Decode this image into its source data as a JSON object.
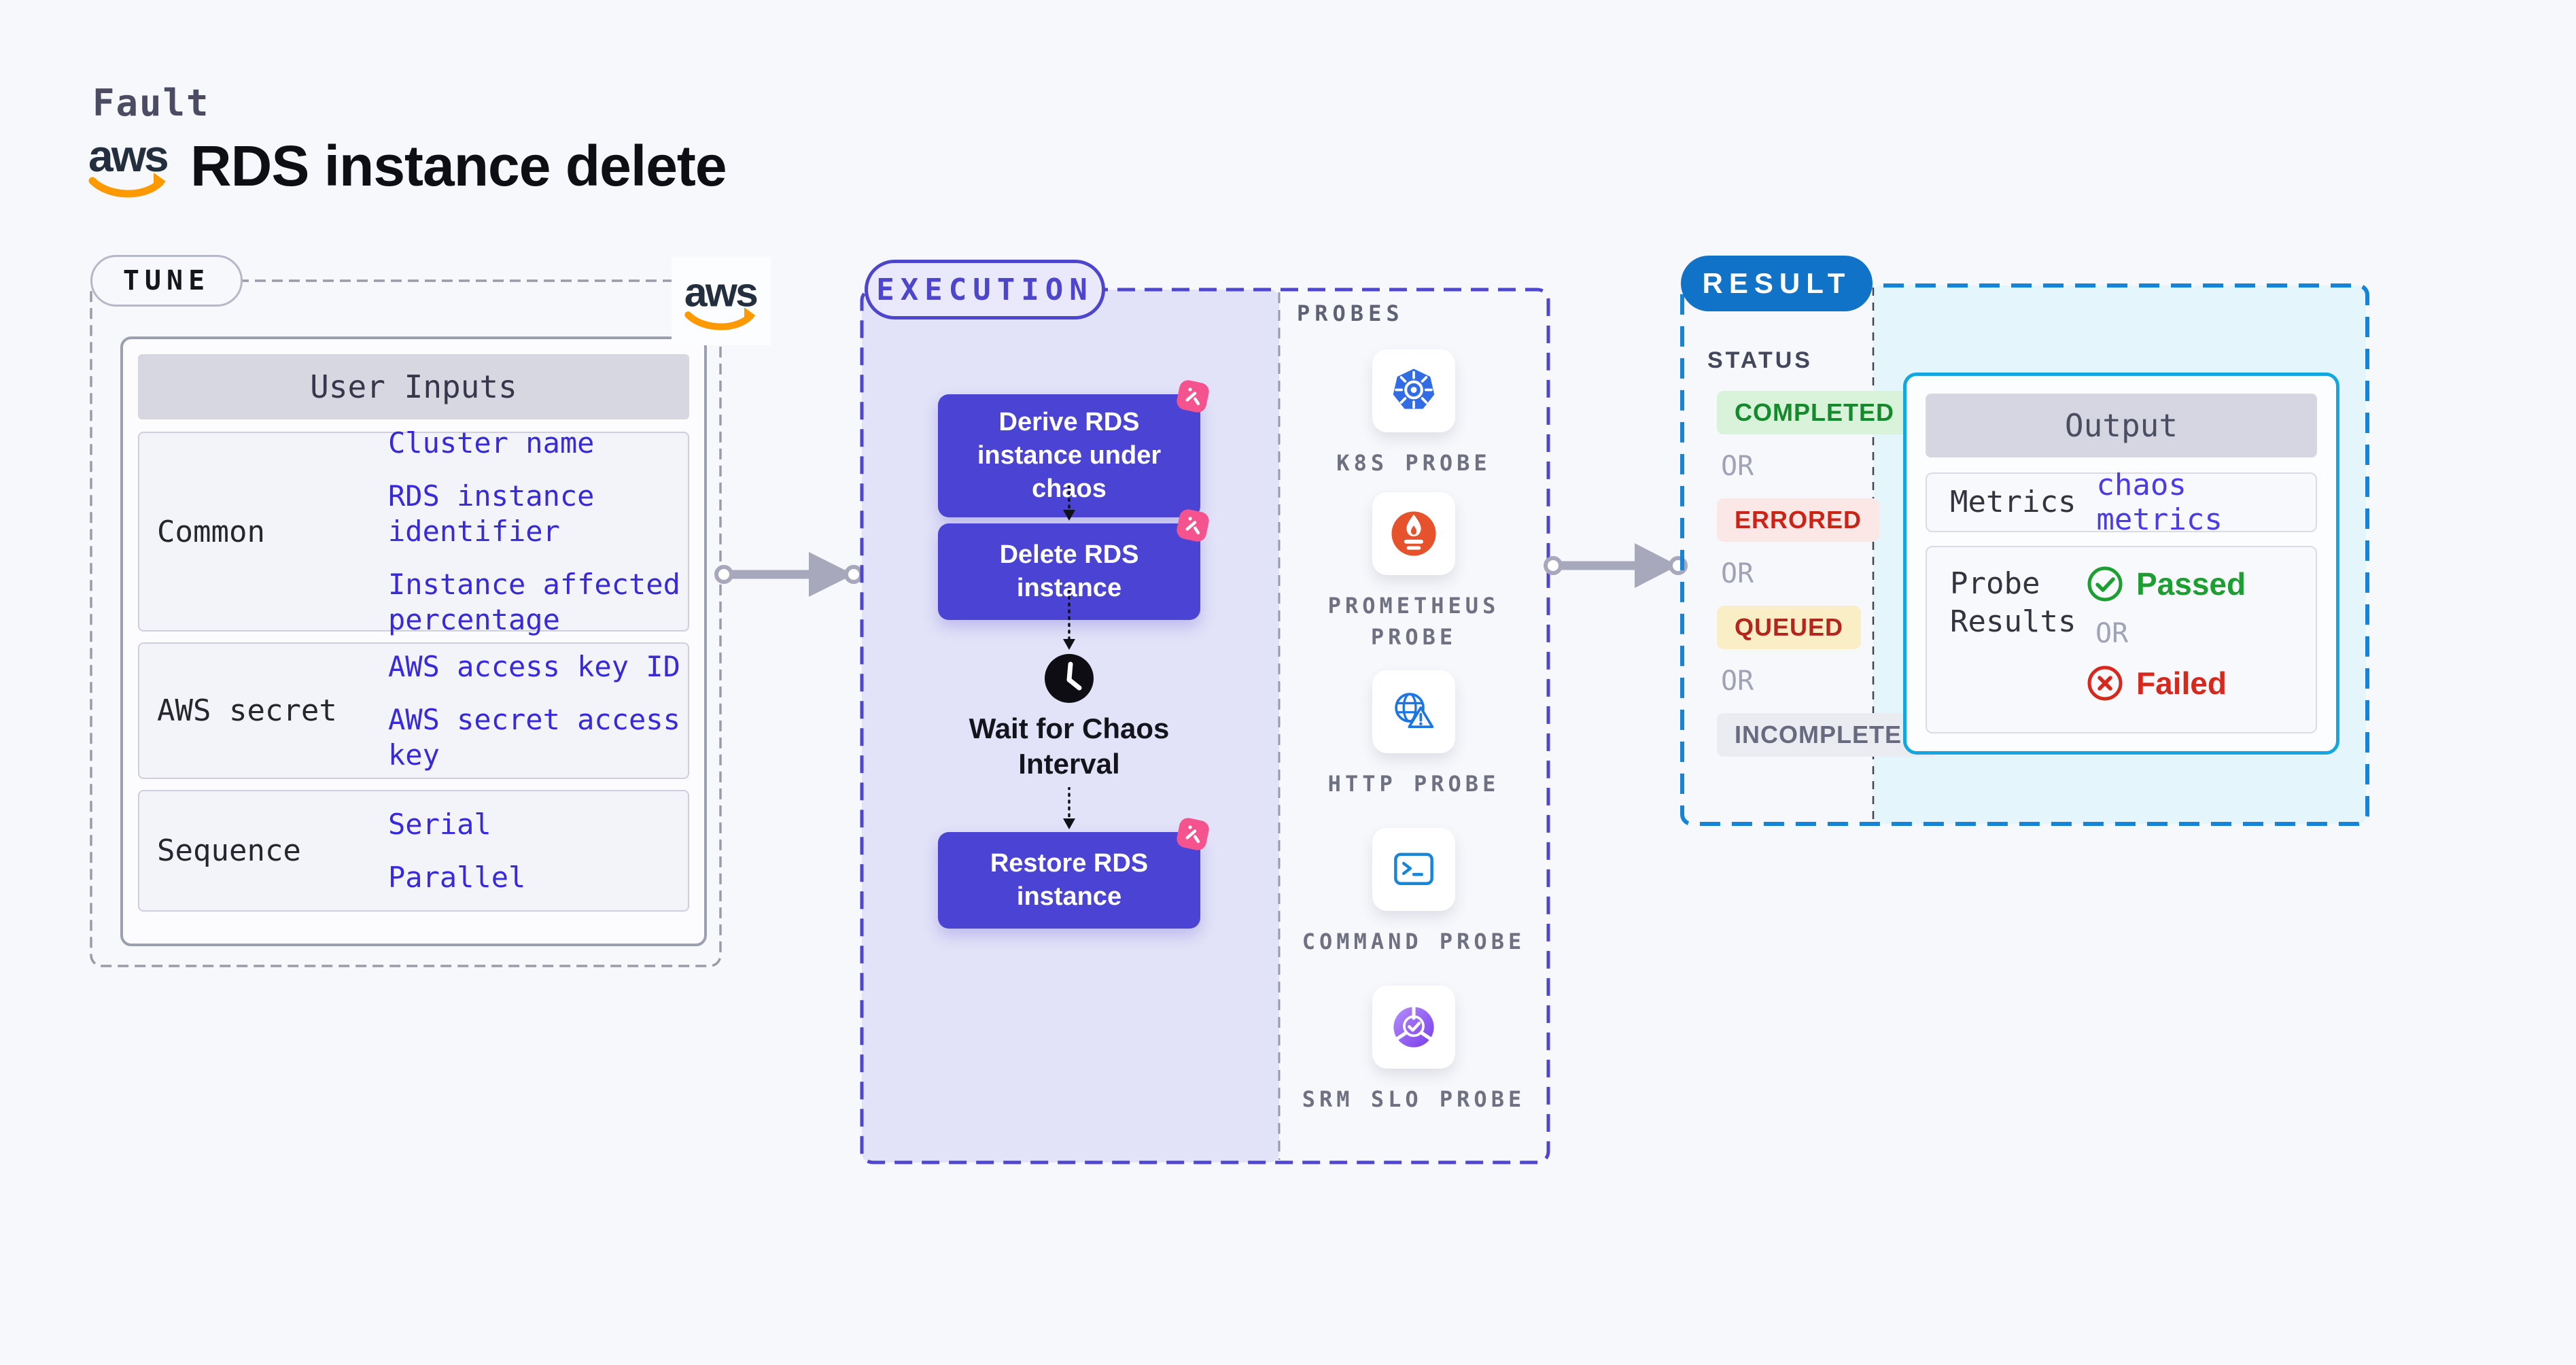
{
  "header": {
    "kicker": "Fault",
    "title": "RDS instance delete"
  },
  "tune": {
    "badge": "TUNE",
    "table_title": "User Inputs",
    "rows": [
      {
        "label": "Common",
        "values": [
          "Cluster name",
          "RDS instance identifier",
          "Instance affected percentage"
        ]
      },
      {
        "label": "AWS secret",
        "values": [
          "AWS access key ID",
          "AWS secret access key"
        ]
      },
      {
        "label": "Sequence",
        "values": [
          "Serial",
          "Parallel"
        ]
      }
    ]
  },
  "execution": {
    "badge": "EXECUTION",
    "steps": [
      "Derive RDS instance under chaos",
      "Delete RDS instance",
      "Wait for Chaos Interval",
      "Restore RDS instance"
    ]
  },
  "probes": {
    "title": "PROBES",
    "items": [
      {
        "label": "K8S PROBE",
        "icon": "kubernetes-icon"
      },
      {
        "label": "PROMETHEUS PROBE",
        "icon": "prometheus-icon"
      },
      {
        "label": "HTTP PROBE",
        "icon": "globe-alert-icon"
      },
      {
        "label": "COMMAND PROBE",
        "icon": "terminal-icon"
      },
      {
        "label": "SRM SLO PROBE",
        "icon": "slo-check-icon"
      }
    ]
  },
  "result": {
    "badge": "RESULT",
    "status_title": "STATUS",
    "or_label": "OR",
    "statuses": [
      {
        "label": "COMPLETED",
        "style": "background:#d9f3db;color:#158a2b"
      },
      {
        "label": "ERRORED",
        "style": "background:#fbe7e6;color:#cc2317"
      },
      {
        "label": "QUEUED",
        "style": "background:#f9eec5;color:#b3261e"
      },
      {
        "label": "INCOMPLETED",
        "style": "background:#ebecf1;color:#686b7f"
      }
    ],
    "output": {
      "title": "Output",
      "metrics_label": "Metrics",
      "metrics_value": "chaos metrics",
      "probe_results_label": "Probe Results",
      "passed_label": "Passed",
      "failed_label": "Failed"
    }
  },
  "icons": [
    "aws-logo-icon",
    "chaos-scenario-icon",
    "clock-icon",
    "kubernetes-icon",
    "prometheus-icon",
    "globe-alert-icon",
    "terminal-icon",
    "slo-check-icon",
    "passed-check-icon",
    "failed-x-icon",
    "flow-arrow-icon"
  ],
  "colors": {
    "page_bg": "#f7f8fb",
    "value_blue": "#382adb",
    "node_indigo": "#4a43d3",
    "execution_border": "#4f46cf",
    "execution_fill": "#e2e2f8",
    "tune_border": "#9a9ba8",
    "result_border": "#1583d6",
    "result_pill": "#1173c8",
    "result_fill": "#e4f5fb",
    "output_border": "#14a6df",
    "chaos_pink": "#f4538e",
    "aws_orange": "#ff9900",
    "passed_green": "#1d9e31",
    "failed_red": "#d6281c",
    "arrow_gray": "#a7a8bc"
  }
}
